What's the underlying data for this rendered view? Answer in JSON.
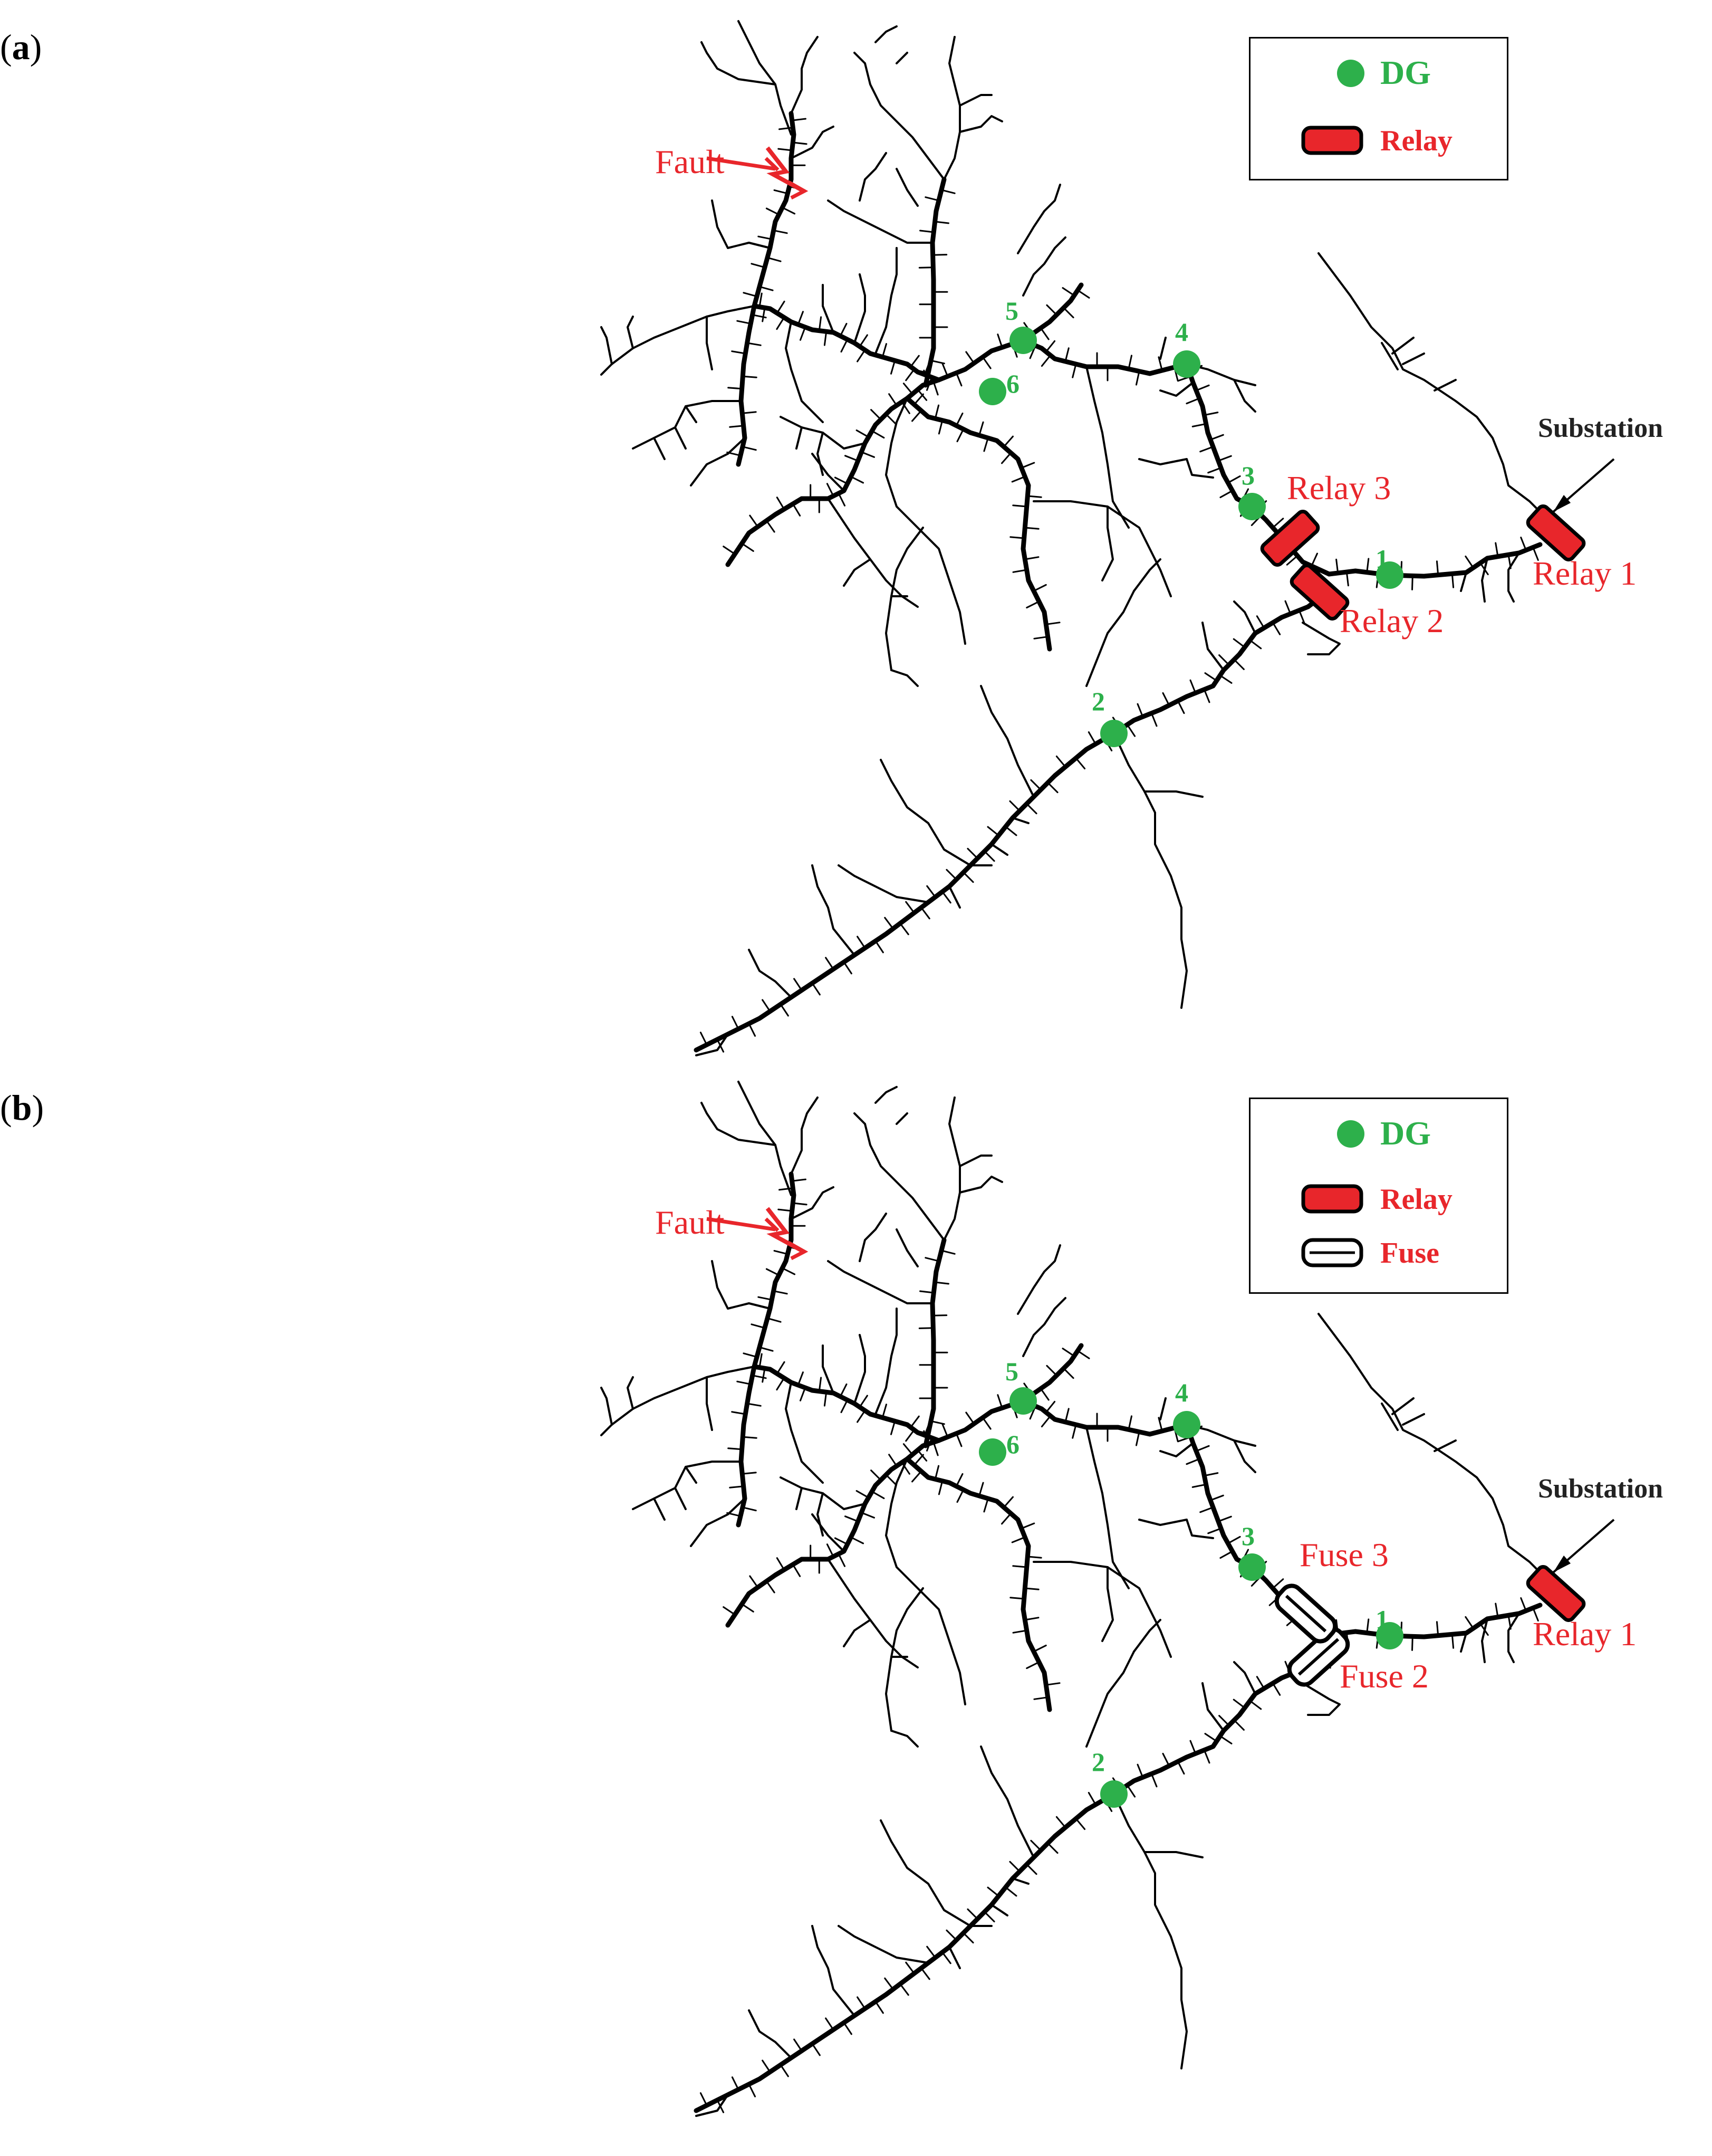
{
  "panels": [
    {
      "label_letter": "a",
      "legend": {
        "dg": "DG",
        "relay": "Relay"
      },
      "fault_label": "Fault",
      "substation_label": "Substation",
      "dg_numbers": [
        "1",
        "2",
        "3",
        "4",
        "5",
        "6"
      ],
      "devices": [
        {
          "type": "relay",
          "label": "Relay 1"
        },
        {
          "type": "relay",
          "label": "Relay 2"
        },
        {
          "type": "relay",
          "label": "Relay 3"
        }
      ]
    },
    {
      "label_letter": "b",
      "legend": {
        "dg": "DG",
        "relay": "Relay",
        "fuse": "Fuse"
      },
      "fault_label": "Fault",
      "substation_label": "Substation",
      "dg_numbers": [
        "1",
        "2",
        "3",
        "4",
        "5",
        "6"
      ],
      "devices": [
        {
          "type": "relay",
          "label": "Relay 1"
        },
        {
          "type": "fuse",
          "label": "Fuse 2"
        },
        {
          "type": "fuse",
          "label": "Fuse 3"
        }
      ]
    }
  ],
  "colors": {
    "dg": "#2db04b",
    "relay": "#e8262b",
    "label_text": "#e8262b",
    "line": "#000000"
  }
}
